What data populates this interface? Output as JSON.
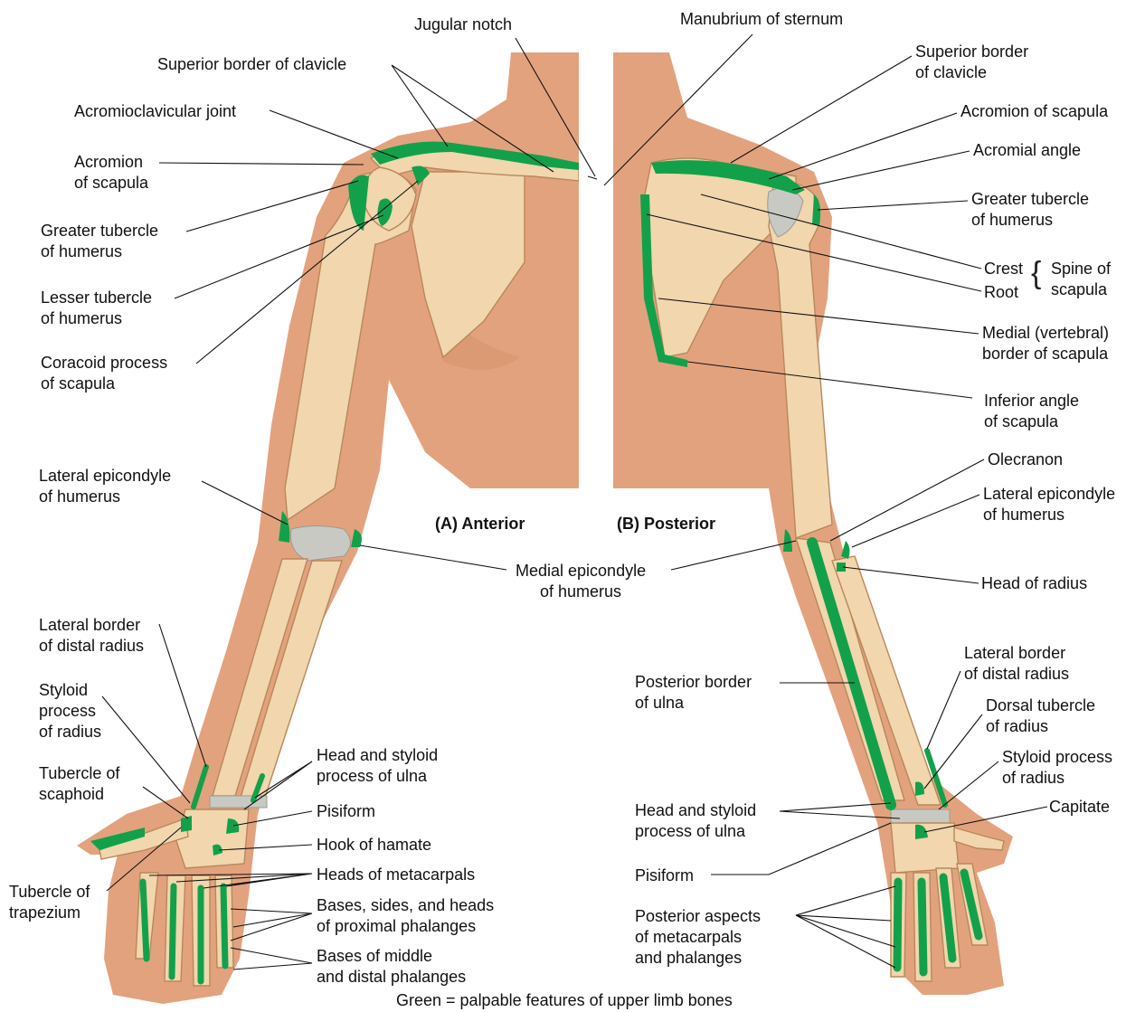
{
  "view_titles": {
    "anterior": "(A) Anterior",
    "posterior": "(B) Posterior"
  },
  "legend": "Green = palpable features of upper limb bones",
  "colors": {
    "palpable": "#12a14a",
    "bone": "#f1d6ae",
    "skin": "#e3a27e",
    "cartilage": "#c9c9c4"
  },
  "labels": {
    "jugular_notch": [
      "Jugular notch"
    ],
    "manubrium": [
      "Manubrium of sternum"
    ],
    "sup_border_clavicle_a": [
      "Superior border of clavicle"
    ],
    "acromioclavicular": [
      "Acromioclavicular joint"
    ],
    "acromion_a": [
      "Acromion",
      "of scapula"
    ],
    "greater_tub_a": [
      "Greater tubercle",
      "of humerus"
    ],
    "lesser_tub": [
      "Lesser tubercle",
      "of humerus"
    ],
    "coracoid": [
      "Coracoid process",
      "of scapula"
    ],
    "lat_epi_a": [
      "Lateral epicondyle",
      "of humerus"
    ],
    "medial_epi": [
      "Medial epicondyle",
      "of humerus"
    ],
    "lat_border_radius_a": [
      "Lateral border",
      "of distal radius"
    ],
    "styloid_radius_a": [
      "Styloid",
      "process",
      "of radius"
    ],
    "tub_scaphoid": [
      "Tubercle of",
      "scaphoid"
    ],
    "tub_trapezium": [
      "Tubercle of",
      "trapezium"
    ],
    "head_styloid_ulna_a": [
      "Head and styloid",
      "process of ulna"
    ],
    "pisiform_a": [
      "Pisiform"
    ],
    "hook_hamate": [
      "Hook of hamate"
    ],
    "heads_metacarpals": [
      "Heads of metacarpals"
    ],
    "bases_prox": [
      "Bases, sides, and heads",
      "of proximal phalanges"
    ],
    "bases_mid": [
      "Bases of middle",
      "and distal phalanges"
    ],
    "sup_border_clavicle_b": [
      "Superior border",
      "of clavicle"
    ],
    "acromion_b": [
      "Acromion of scapula"
    ],
    "acromial_angle": [
      "Acromial angle"
    ],
    "greater_tub_b": [
      "Greater tubercle",
      "of humerus"
    ],
    "crest": [
      "Crest"
    ],
    "root": [
      "Root"
    ],
    "spine_scapula": [
      "Spine of",
      "scapula"
    ],
    "medial_border": [
      "Medial (vertebral)",
      "border of scapula"
    ],
    "inferior_angle": [
      "Inferior angle",
      "of scapula"
    ],
    "olecranon": [
      "Olecranon"
    ],
    "lat_epi_b": [
      "Lateral epicondyle",
      "of humerus"
    ],
    "head_radius": [
      "Head of radius"
    ],
    "post_border_ulna": [
      "Posterior border",
      "of ulna"
    ],
    "lat_border_radius_b": [
      "Lateral border",
      "of distal radius"
    ],
    "dorsal_tubercle": [
      "Dorsal tubercle",
      "of radius"
    ],
    "styloid_radius_b": [
      "Styloid process",
      "of radius"
    ],
    "capitate": [
      "Capitate"
    ],
    "head_styloid_ulna_b": [
      "Head and styloid",
      "process of ulna"
    ],
    "pisiform_b": [
      "Pisiform"
    ],
    "posterior_aspects": [
      "Posterior aspects",
      "of metacarpals",
      "and phalanges"
    ]
  }
}
